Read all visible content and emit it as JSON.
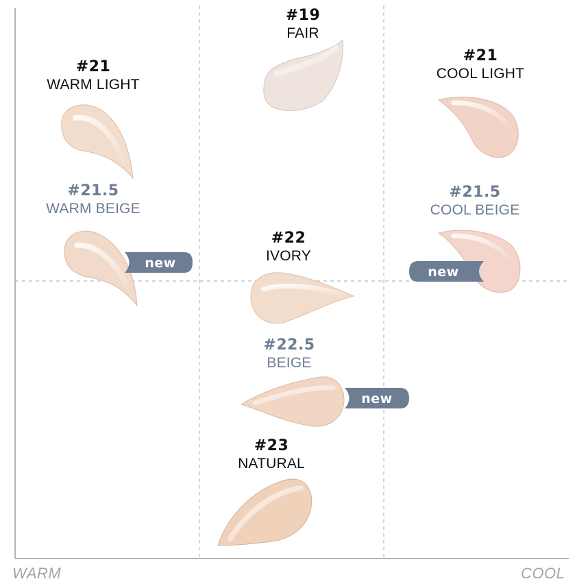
{
  "axis": {
    "left_label": "WARM",
    "right_label": "COOL"
  },
  "colors": {
    "label_dark": "#0f0f0f",
    "label_new_shade": "#6d7d93",
    "badge_bg": "#6d7d93",
    "badge_text": "#ffffff",
    "grid_line": "#b9b9b9",
    "axis_label": "#a4a4a4"
  },
  "badge": {
    "label": "new"
  },
  "shades": [
    {
      "id": "19",
      "code": "#19",
      "name": "FAIR",
      "is_new": false,
      "tone": "#efe3de"
    },
    {
      "id": "21w",
      "code": "#21",
      "name": "WARM LIGHT",
      "is_new": false,
      "tone": "#f2dccb"
    },
    {
      "id": "21c",
      "code": "#21",
      "name": "COOL LIGHT",
      "is_new": false,
      "tone": "#f2d4c7"
    },
    {
      "id": "215w",
      "code": "#21.5",
      "name": "WARM BEIGE",
      "is_new": true,
      "tone": "#f1dac9"
    },
    {
      "id": "215c",
      "code": "#21.5",
      "name": "COOL BEIGE",
      "is_new": true,
      "tone": "#f3d5cb"
    },
    {
      "id": "22",
      "code": "#22",
      "name": "IVORY",
      "is_new": false,
      "tone": "#f2ddcd"
    },
    {
      "id": "225",
      "code": "#22.5",
      "name": "BEIGE",
      "is_new": true,
      "tone": "#f2d6c4"
    },
    {
      "id": "23",
      "code": "#23",
      "name": "NATURAL",
      "is_new": false,
      "tone": "#f0d1ba"
    }
  ]
}
